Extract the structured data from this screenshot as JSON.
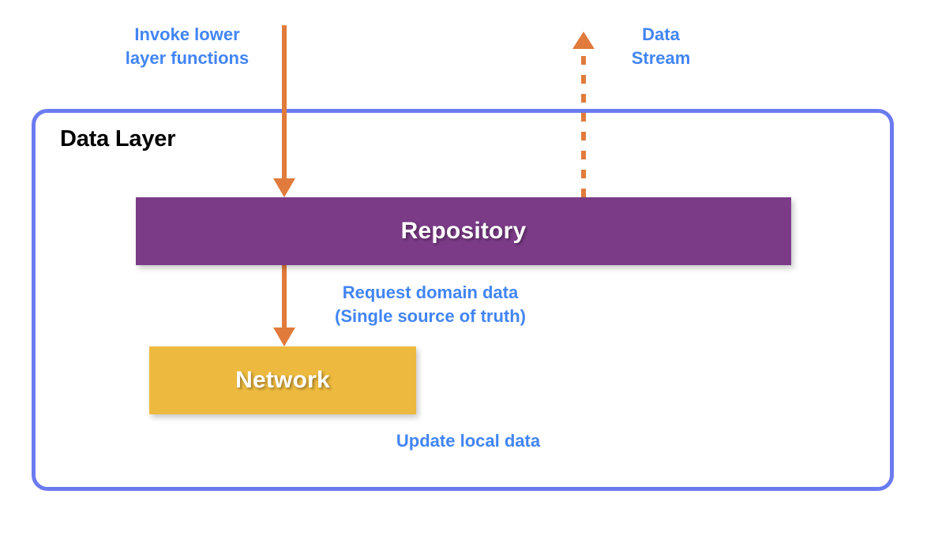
{
  "diagram": {
    "title": "Data Layer",
    "container": {
      "label": "Data Layer",
      "border_color": "#6B7BF0"
    },
    "blocks": [
      {
        "id": "repository",
        "label": "Repository",
        "color": "#7B3B87",
        "text_color": "#FFFFFF"
      },
      {
        "id": "network",
        "label": "Network",
        "color": "#EDBA3F",
        "text_color": "#FFFFFF"
      }
    ],
    "annotations": [
      {
        "id": "invoke-lower-layer-functions",
        "text": "Invoke lower\nlayer functions",
        "color": "#4285F4"
      },
      {
        "id": "data-stream",
        "text": "Data\nStream",
        "color": "#4285F4"
      },
      {
        "id": "request-domain-data",
        "text": "Request domain data\n(Single source of truth)",
        "color": "#4285F4"
      },
      {
        "id": "update-local-data",
        "text": "Update local data",
        "color": "#4285F4"
      }
    ],
    "arrows": [
      {
        "id": "invoke-arrow",
        "style": "solid",
        "direction": "down",
        "color": "#E07B3C",
        "from": "top",
        "to": "repository"
      },
      {
        "id": "data-stream-arrow",
        "style": "dashed",
        "direction": "up",
        "color": "#E07B3C",
        "from": "repository",
        "to": "top"
      },
      {
        "id": "request-arrow",
        "style": "solid",
        "direction": "down",
        "color": "#E07B3C",
        "from": "repository",
        "to": "network"
      }
    ],
    "colors": {
      "arrow": "#E07B3C",
      "accent_blue": "#4285F4",
      "container_border": "#6B7BF0",
      "repository": "#7B3B87",
      "network": "#EDBA3F",
      "background": "#FFFFFF"
    }
  }
}
